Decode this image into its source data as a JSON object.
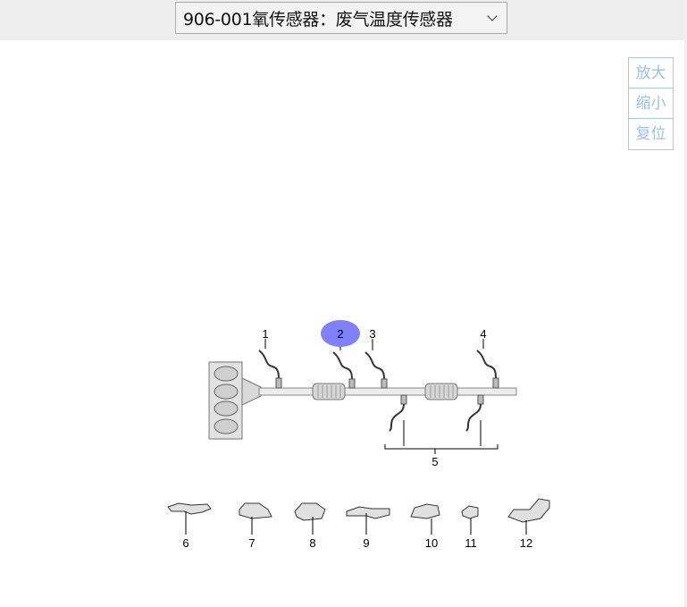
{
  "header": {
    "selector_label": "906-001氧传感器：废气温度传感器",
    "dropdown_icon": "chevron-down-icon"
  },
  "zoom": {
    "zoom_in": "放大",
    "zoom_out": "缩小",
    "reset": "复位"
  },
  "diagram": {
    "highlight_color": "#8080f8",
    "highlighted_callout": "2",
    "callouts": [
      "1",
      "2",
      "3",
      "4",
      "5",
      "6",
      "7",
      "8",
      "9",
      "10",
      "11",
      "12"
    ]
  }
}
